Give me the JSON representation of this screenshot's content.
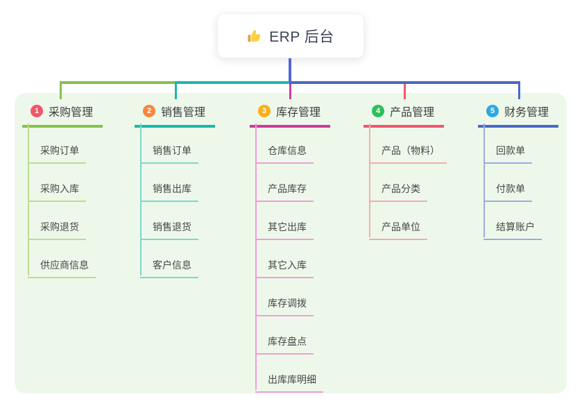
{
  "root": {
    "label": "ERP 后台",
    "icon": "thumbs-up-icon"
  },
  "connector_colors": {
    "root_stem": "#5267d2"
  },
  "branches": [
    {
      "index": "1",
      "label": "采购管理",
      "badge_color": "#f1566b",
      "line_color": "#85c24a",
      "child_line_color": "#b9dd90",
      "children": [
        "采购订单",
        "采购入库",
        "采购退货",
        "供应商信息"
      ]
    },
    {
      "index": "2",
      "label": "销售管理",
      "badge_color": "#f6863f",
      "line_color": "#19b8ad",
      "child_line_color": "#7ed6cd",
      "children": [
        "销售订单",
        "销售出库",
        "销售退货",
        "客户信息"
      ]
    },
    {
      "index": "3",
      "label": "库存管理",
      "badge_color": "#fbb017",
      "line_color": "#ce3a9b",
      "child_line_color": "#ef9ed6",
      "children": [
        "仓库信息",
        "产品库存",
        "其它出库",
        "其它入库",
        "库存调拨",
        "库存盘点",
        "出库库明细"
      ]
    },
    {
      "index": "4",
      "label": "产品管理",
      "badge_color": "#2fbe5d",
      "line_color": "#f1566b",
      "child_line_color": "#f8a9b4",
      "children": [
        "产品（物料）",
        "产品分类",
        "产品单位"
      ]
    },
    {
      "index": "5",
      "label": "财务管理",
      "badge_color": "#2fa7e3",
      "line_color": "#4a68c8",
      "child_line_color": "#9cabe0",
      "children": [
        "回款单",
        "付款单",
        "结算账户"
      ]
    }
  ]
}
